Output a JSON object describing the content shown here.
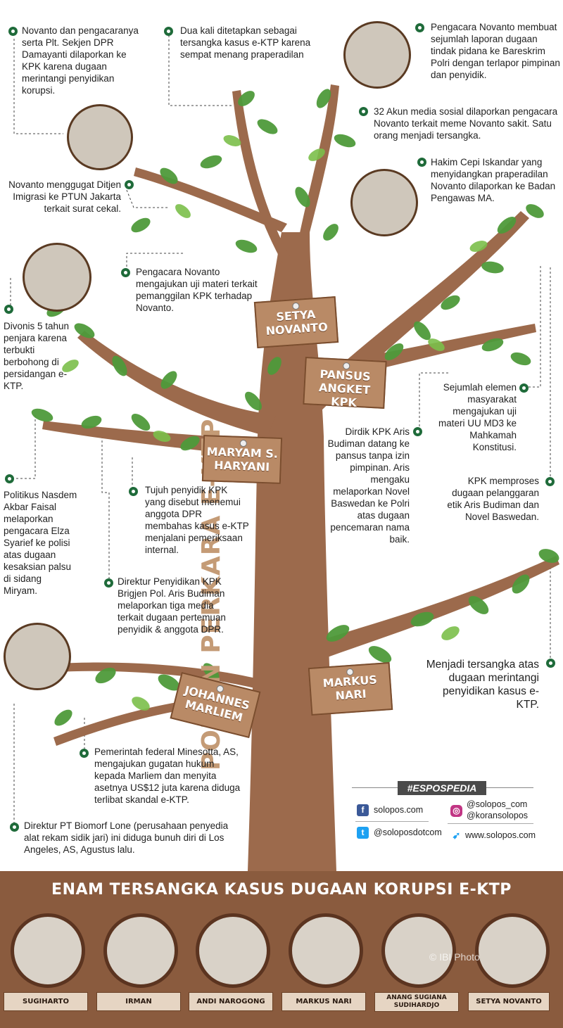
{
  "tree": {
    "trunk_title": "POHON PERKARA E-KTP",
    "signs": {
      "setya": "SETYA NOVANTO",
      "pansus": "PANSUS ANGKET KPK",
      "maryam": "MARYAM S. HARYANI",
      "johannes": "JOHANNES MARLIEM",
      "markus": "MARKUS NARI"
    }
  },
  "notes": {
    "n1": "Novanto dan pengacaranya serta Plt. Sekjen DPR Damayanti dilaporkan ke KPK karena dugaan merintangi penyidikan korupsi.",
    "n2": "Dua kali ditetapkan sebagai tersangka kasus e-KTP karena sempat menang praperadilan",
    "n3": "Pengacara Novanto membuat sejumlah laporan dugaan tindak pidana ke Bareskrim Polri dengan terlapor pimpinan dan penyidik.",
    "n4": "32 Akun media sosial dilaporkan pengacara Novanto terkait meme Novanto sakit. Satu orang menjadi tersangka.",
    "n5": "Hakim Cepi Iskandar yang menyidangkan praperadilan Novanto dilaporkan ke Badan Pengawas MA.",
    "n6": "Novanto menggugat Ditjen Imigrasi ke PTUN Jakarta terkait surat cekal.",
    "n7": "Pengacara Novanto mengajukan uji materi terkait pemanggilan KPK terhadap Novanto.",
    "n8": "Divonis 5 tahun penjara karena terbukti berbohong di persidangan e-KTP.",
    "n9": "Sejumlah elemen masyarakat mengajukan uji materi UU MD3 ke Mahkamah Konstitusi.",
    "n10": "Dirdik KPK Aris Budiman datang ke pansus tanpa izin pimpinan. Aris mengaku melaporkan Novel Baswedan ke Polri atas dugaan pencemaran nama baik.",
    "n11": "KPK memproses dugaan pelanggaran etik Aris Budiman dan Novel Baswedan.",
    "n12": "Politikus Nasdem Akbar Faisal melaporkan pengacara Elza Syarief ke polisi atas dugaan kesaksian palsu di sidang Miryam.",
    "n13": "Tujuh penyidik KPK yang disebut menemui anggota DPR membahas kasus e-KTP menjalani pemeriksaan internal.",
    "n14": "Direktur Penyidikan KPK Brigjen Pol. Aris Budiman melaporkan tiga media terkait dugaan pertemuan penyidik & anggota DPR.",
    "n15": "Menjadi tersangka atas dugaan merintangi penyidikan kasus e-KTP.",
    "n16": "Pemerintah federal Minesotta, AS, mengajukan gugatan hukum kepada Marliem dan menyita asetnya US$12 juta karena diduga terlibat skandal e-KTP.",
    "n17": "Direktur PT Biomorf Lone (perusahaan penyedia alat rekam sidik jari) ini diduga bunuh diri di Los Angeles, AS, Agustus lalu."
  },
  "social": {
    "tag": "#ESPOSPEDIA",
    "facebook": "solopos.com",
    "twitter": "@soloposdotcom",
    "instagram1": "@solopos_com",
    "instagram2": "@koransolopos",
    "web": "www.solopos.com"
  },
  "bottom": {
    "title": "ENAM TERSANGKA KASUS DUGAAN KORUPSI E-KTP",
    "suspects": [
      "SUGIHARTO",
      "IRMAN",
      "ANDI NAROGONG",
      "MARKUS NARI",
      "ANANG SUGIANA SUDIHARDJO",
      "SETYA NOVANTO"
    ],
    "watermark": "© IBI Photo"
  },
  "colors": {
    "trunk": "#9c6a4c",
    "leaf": "#4f9a3a",
    "leaf_light": "#7bbf4a",
    "bullet": "#1f6b3a",
    "banner": "#8a5b3e"
  }
}
